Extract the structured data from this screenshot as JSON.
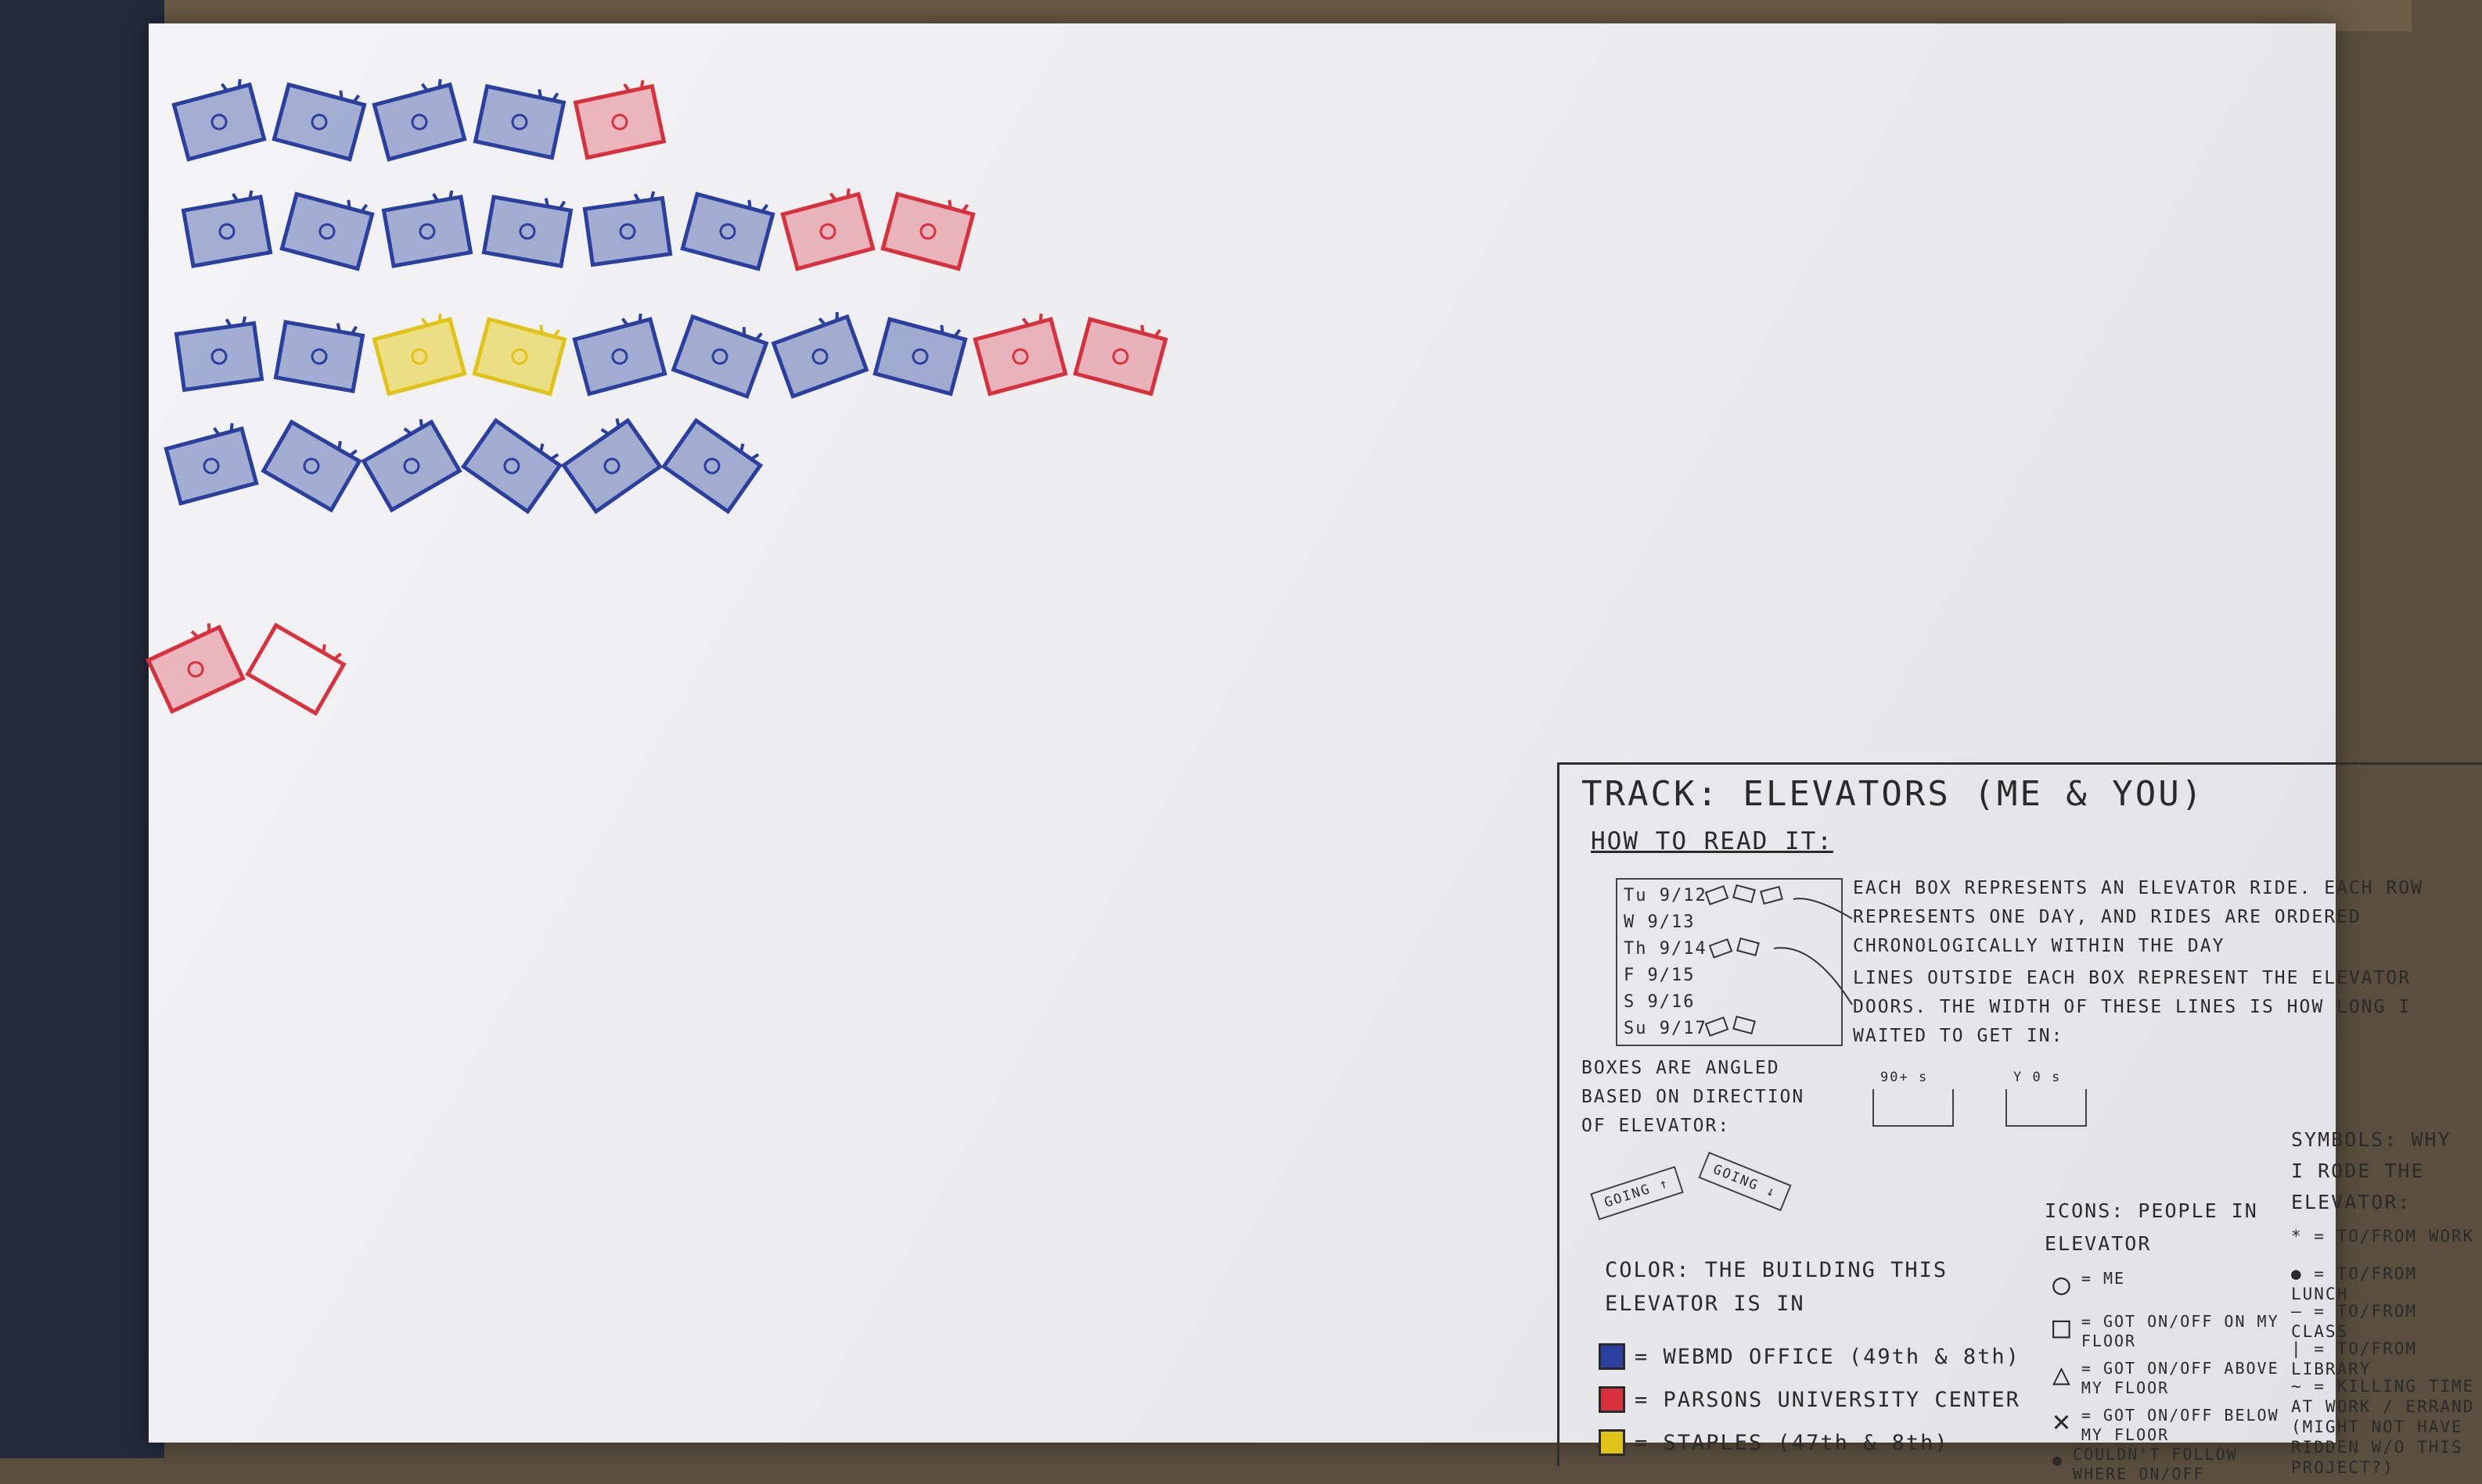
{
  "colors": {
    "blue": "#2a3f9e",
    "red": "#d8313e",
    "yellow": "#e0c318",
    "pencil": "#2a2a2a"
  },
  "chart_data": {
    "type": "other",
    "rows": [
      {
        "boxes": [
          {
            "color": "blue",
            "tilt": -15
          },
          {
            "color": "blue",
            "tilt": 15
          },
          {
            "color": "blue",
            "tilt": -15
          },
          {
            "color": "blue",
            "tilt": 12
          },
          {
            "color": "red",
            "tilt": -12
          }
        ]
      },
      {
        "boxes": [
          {
            "color": "blue",
            "tilt": -10
          },
          {
            "color": "blue",
            "tilt": 15
          },
          {
            "color": "blue",
            "tilt": -10
          },
          {
            "color": "blue",
            "tilt": 10
          },
          {
            "color": "blue",
            "tilt": -8
          },
          {
            "color": "blue",
            "tilt": 15
          },
          {
            "color": "red",
            "tilt": -15
          },
          {
            "color": "red",
            "tilt": 15
          }
        ]
      },
      {
        "boxes": [
          {
            "color": "blue",
            "tilt": -8
          },
          {
            "color": "blue",
            "tilt": 10
          },
          {
            "color": "yellow",
            "tilt": -15
          },
          {
            "color": "yellow",
            "tilt": 15
          },
          {
            "color": "blue",
            "tilt": -15
          },
          {
            "color": "blue",
            "tilt": 20
          },
          {
            "color": "blue",
            "tilt": -20
          },
          {
            "color": "blue",
            "tilt": 15
          },
          {
            "color": "red",
            "tilt": -15
          },
          {
            "color": "red",
            "tilt": 15
          }
        ]
      },
      {
        "boxes": [
          {
            "color": "blue",
            "tilt": -15
          },
          {
            "color": "blue",
            "tilt": 30
          },
          {
            "color": "blue",
            "tilt": -30
          },
          {
            "color": "blue",
            "tilt": 35
          },
          {
            "color": "blue",
            "tilt": -35
          },
          {
            "color": "blue",
            "tilt": 35
          }
        ]
      },
      {
        "boxes": [
          {
            "color": "red",
            "tilt": -25
          },
          {
            "color": "red_outline",
            "tilt": 30
          }
        ]
      }
    ]
  },
  "legend": {
    "title": "TRACK: ELEVATORS (ME & YOU)",
    "how_to_read": "HOW TO READ IT:",
    "mini_days": [
      "Tu 9/12",
      "W 9/13",
      "Th 9/14",
      "F 9/15",
      "S 9/16",
      "Su 9/17"
    ],
    "para_rows": "EACH BOX REPRESENTS AN ELEVATOR RIDE. EACH ROW REPRESENTS ONE DAY, AND RIDES ARE ORDERED CHRONOLOGICALLY WITHIN THE DAY",
    "para_lines": "LINES OUTSIDE EACH BOX REPRESENT THE ELEVATOR DOORS. THE WIDTH OF THESE LINES IS HOW LONG I WAITED TO GET IN:",
    "door_labels": [
      "90+ s",
      "Y 0 s"
    ],
    "angle_text": "BOXES ARE ANGLED BASED ON DIRECTION OF ELEVATOR:",
    "going_up": "GOING ↑",
    "going_down": "GOING ↓",
    "color_heading": "COLOR: THE BUILDING THIS ELEVATOR IS IN",
    "color_items": [
      {
        "label": "= WEBMD OFFICE (49th & 8th)",
        "color": "#2a3f9e"
      },
      {
        "label": "= PARSONS UNIVERSITY CENTER",
        "color": "#d8313e"
      },
      {
        "label": "= STAPLES (47th & 8th)",
        "color": "#e0c318"
      }
    ],
    "icons_heading": "ICONS: PEOPLE IN ELEVATOR",
    "icon_items": [
      {
        "glyph": "○",
        "label": "= ME"
      },
      {
        "glyph": "□",
        "label": "= GOT ON/OFF ON MY FLOOR"
      },
      {
        "glyph": "△",
        "label": "= GOT ON/OFF ABOVE MY FLOOR"
      },
      {
        "glyph": "✕",
        "label": "= GOT ON/OFF BELOW MY FLOOR"
      },
      {
        "glyph": "●",
        "label": "COULDN'T FOLLOW WHERE ON/OFF"
      }
    ],
    "symbols_heading": "SYMBOLS: WHY I RODE THE ELEVATOR:",
    "symbol_items": [
      "* = TO/FROM WORK",
      "● = TO/FROM LUNCH",
      "— = TO/FROM CLASS",
      "| = TO/FROM LIBRARY",
      "~ = KILLING TIME AT WORK / ERRAND (MIGHT NOT HAVE RIDDEN W/O THIS PROJECT?)"
    ]
  }
}
